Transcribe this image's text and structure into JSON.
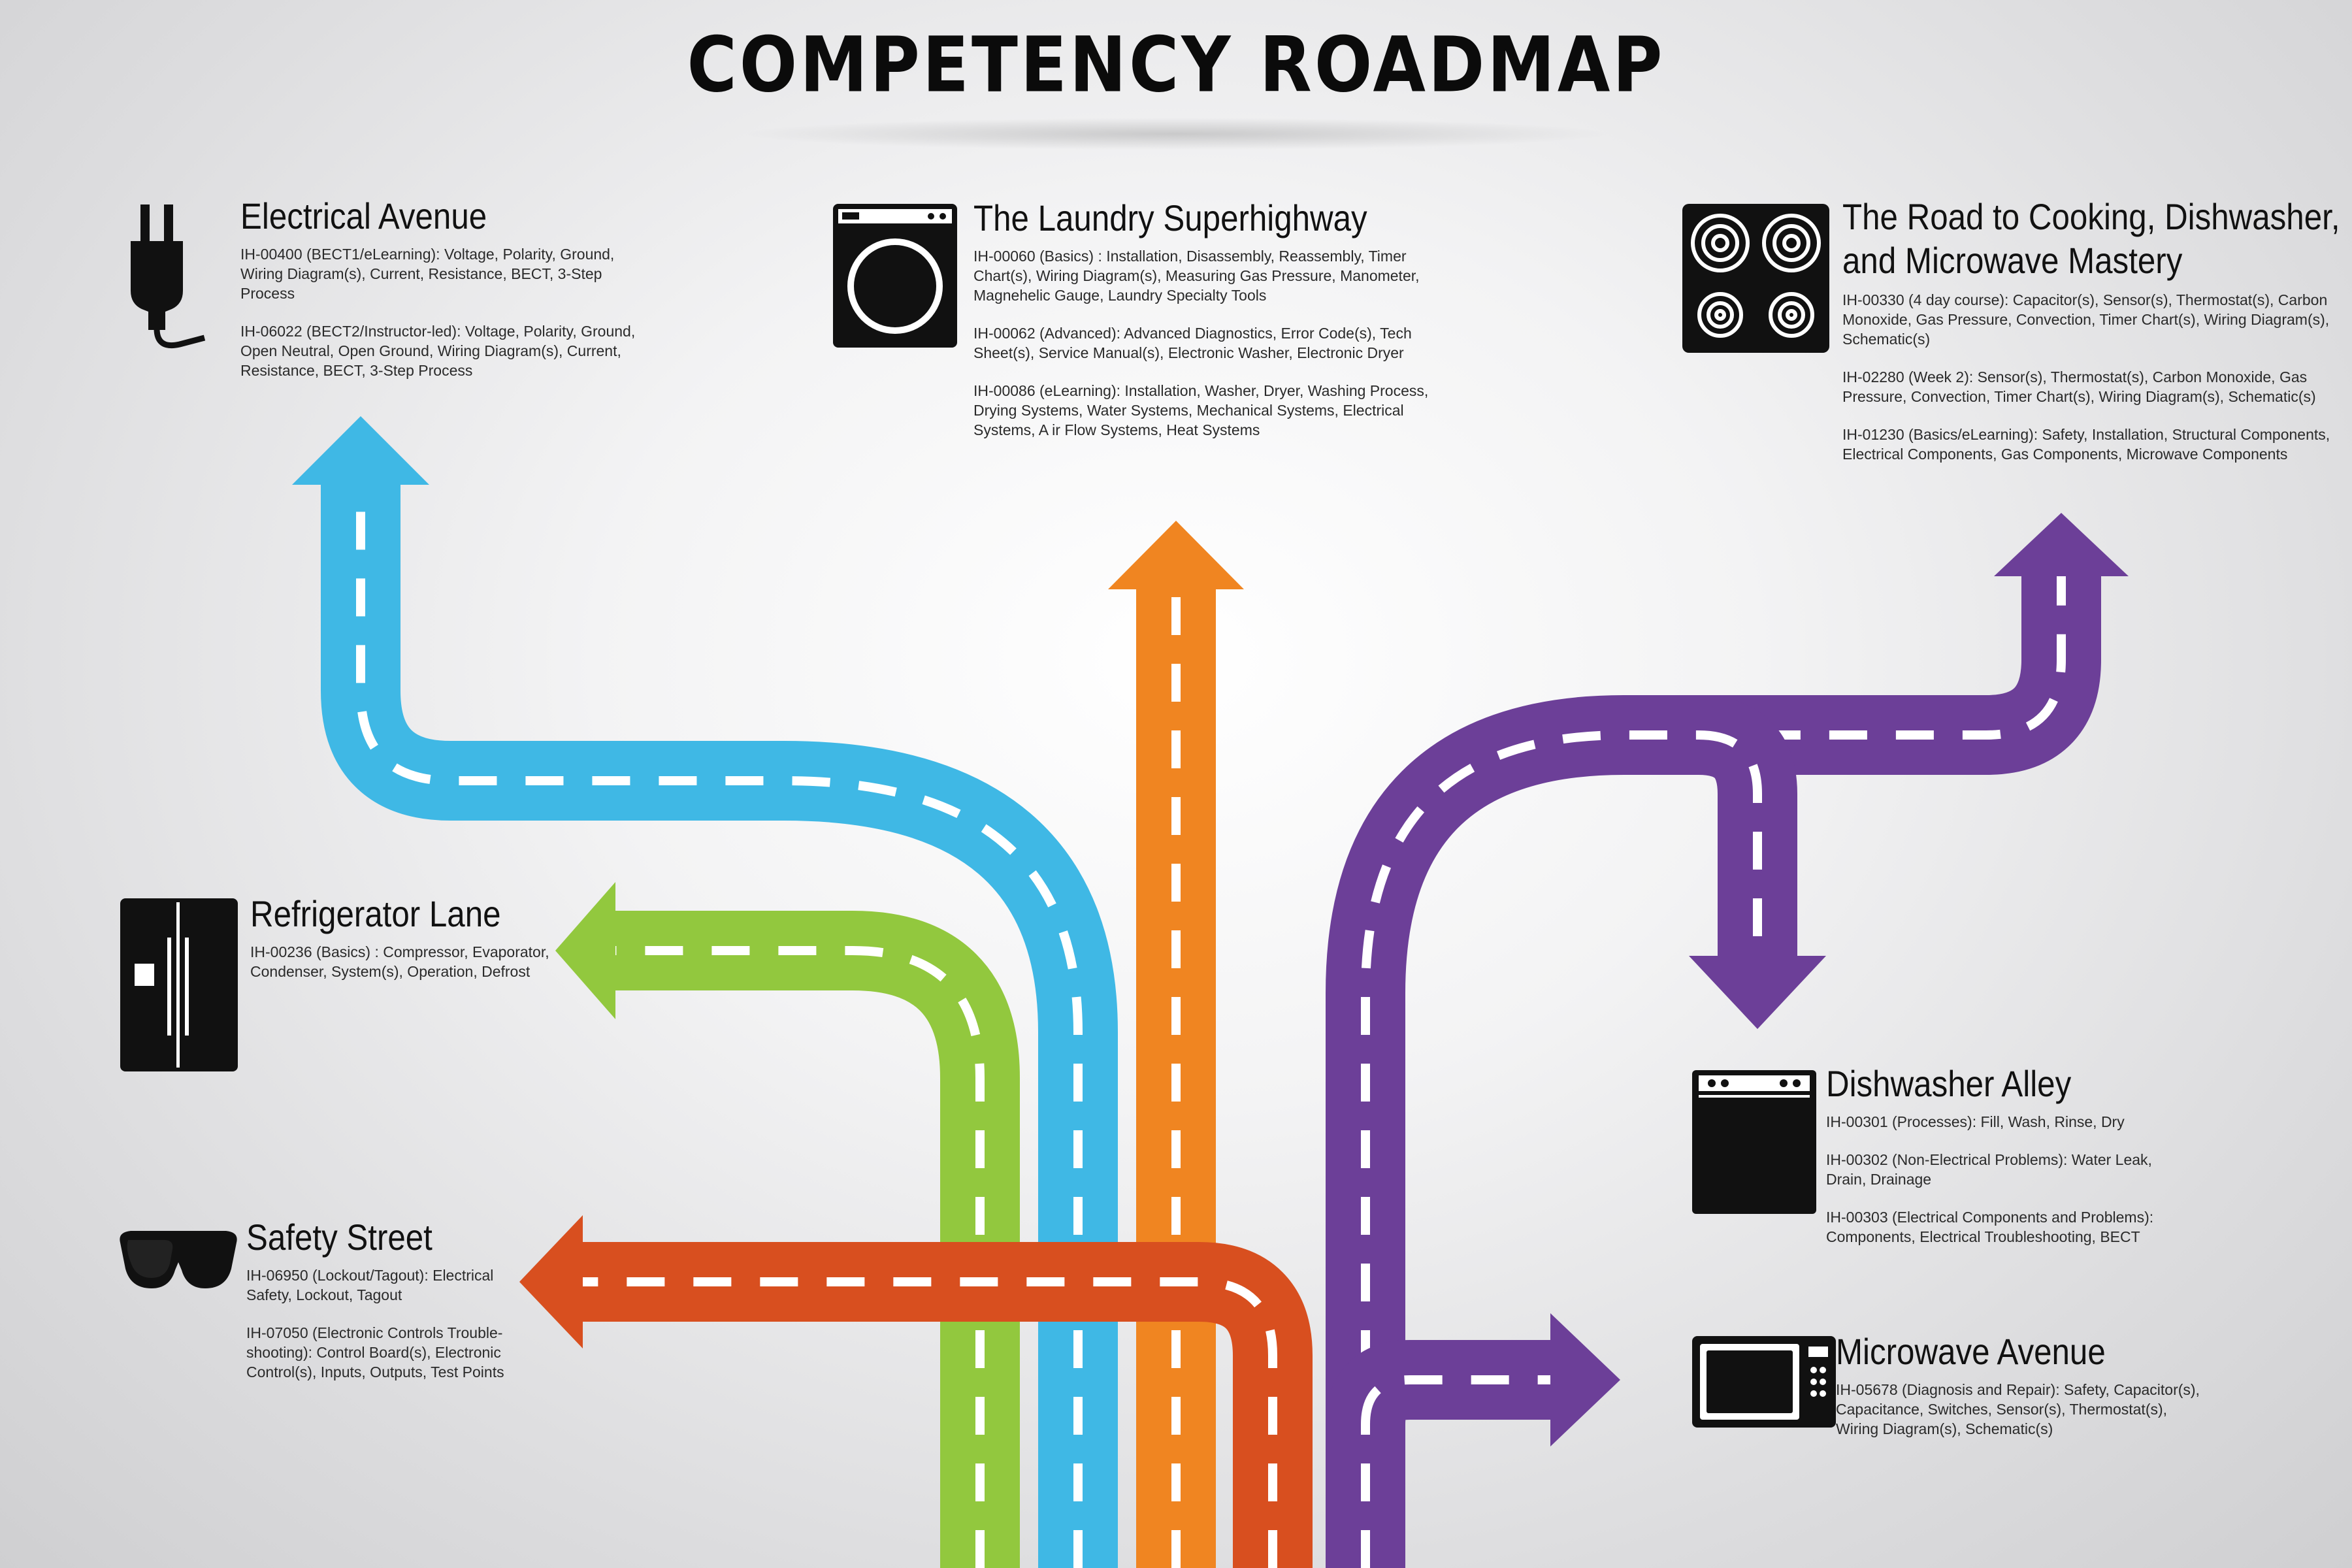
{
  "title": "COMPETENCY ROADMAP",
  "colors": {
    "electrical": "#3fb8e5",
    "laundry": "#f08521",
    "cooking": "#6c3f98",
    "refrigerator": "#92c83e",
    "safety": "#d84f1f",
    "dash": "#ffffff",
    "icon": "#111111"
  },
  "sections": {
    "electrical": {
      "icon": "plug-icon",
      "heading": "Electrical Avenue",
      "items": [
        "IH-00400 (BECT1/eLearning): Voltage, Polarity, Ground, Wiring Diagram(s), Current, Resistance, BECT, 3-Step Process",
        "IH-06022 (BECT2/Instructor-led): Voltage, Polarity, Ground, Open Neutral, Open Ground, Wiring Diagram(s), Current, Resistance, BECT, 3-Step Process"
      ]
    },
    "laundry": {
      "icon": "washing-machine-icon",
      "heading": "The Laundry Superhighway",
      "items": [
        "IH-00060 (Basics) : Installation, Disassembly, Reassembly, Timer Chart(s), Wiring Diagram(s), Measuring Gas Pressure, Manometer, Magnehelic Gauge, Laundry Specialty Tools",
        "IH-00062 (Advanced): Advanced Diagnostics, Error Code(s), Tech Sheet(s), Service Manual(s), Electronic Washer, Electronic Dryer",
        "IH-00086 (eLearning): Installation, Washer, Dryer, Washing Process, Drying Systems, Water Systems, Mechanical Systems, Electrical Systems, A ir Flow Systems, Heat Systems"
      ]
    },
    "cooking": {
      "icon": "cooktop-icon",
      "heading_line1": "The Road to Cooking, Dishwasher,",
      "heading_line2": "and Microwave Mastery",
      "items": [
        "IH-00330 (4 day course): Capacitor(s), Sensor(s), Thermostat(s), Carbon Monoxide, Gas Pressure, Convection, Timer Chart(s), Wiring Diagram(s), Schematic(s)",
        "IH-02280 (Week 2): Sensor(s), Thermostat(s), Carbon Monoxide, Gas Pressure, Convection, Timer Chart(s), Wiring Diagram(s), Schematic(s)",
        "IH-01230 (Basics/eLearning): Safety, Installation, Structural Components, Electrical Components, Gas Components, Microwave Components"
      ]
    },
    "refrigerator": {
      "icon": "refrigerator-icon",
      "heading": "Refrigerator Lane",
      "items": [
        "IH-00236 (Basics) : Compressor, Evaporator, Condenser, System(s), Operation, Defrost"
      ]
    },
    "safety": {
      "icon": "safety-glasses-icon",
      "heading": "Safety Street",
      "items": [
        "IH-06950 (Lockout/Tagout): Electrical Safety, Lockout, Tagout",
        "IH-07050 (Electronic Controls Trouble-shooting): Control Board(s), Electronic Control(s), Inputs, Outputs, Test Points"
      ]
    },
    "dishwasher": {
      "icon": "dishwasher-icon",
      "heading": "Dishwasher Alley",
      "items": [
        "IH-00301 (Processes): Fill, Wash, Rinse, Dry",
        "IH-00302 (Non-Electrical  Problems): Water Leak, Drain, Drainage",
        "IH-00303 (Electrical Components and Problems): Components, Electrical Troubleshooting, BECT"
      ]
    },
    "microwave": {
      "icon": "microwave-icon",
      "heading": "Microwave Avenue",
      "items": [
        "IH-05678 (Diagnosis and Repair): Safety, Capacitor(s), Capacitance, Switches, Sensor(s), Thermostat(s), Wiring Diagram(s), Schematic(s)"
      ]
    }
  }
}
